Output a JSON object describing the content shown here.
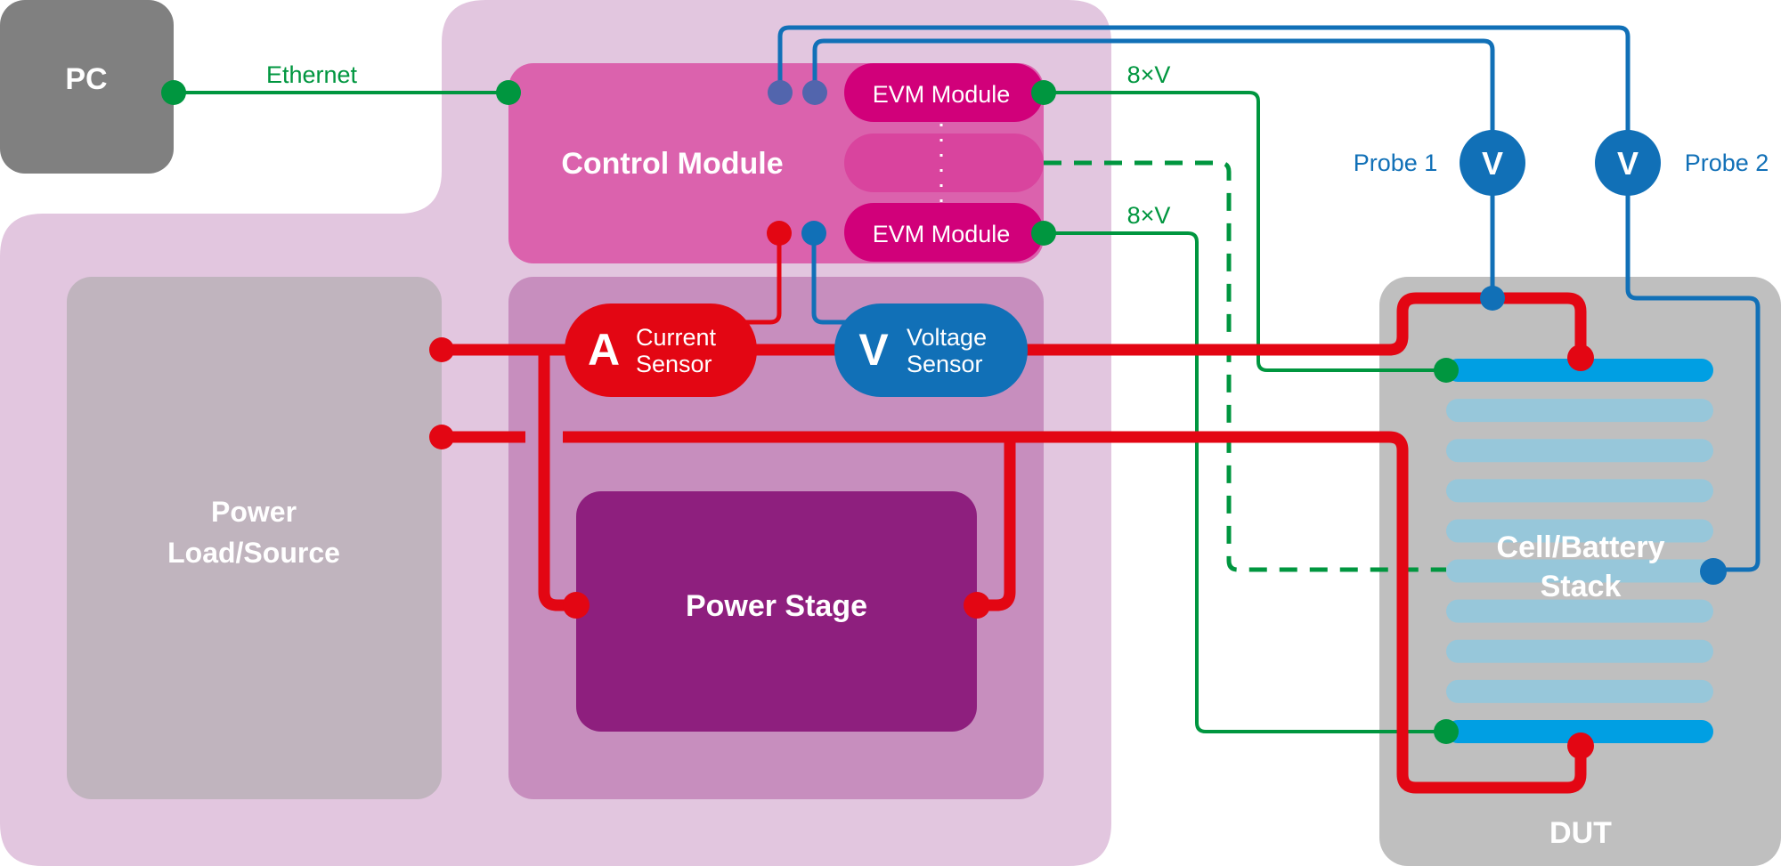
{
  "colors": {
    "pc_box": "#808080",
    "tester_bg": "#e2c6df",
    "control_module": "#db62ad",
    "evm_module": "#d1007a",
    "evm_placeholder": "#d9449e",
    "sensor_area": "#c78ebe",
    "power_stage": "#8e1f7e",
    "power_load": "#c0b4be",
    "dut_bg": "#bfbfbf",
    "power_line": "#e30613",
    "comm_line": "#00963f",
    "probe_line": "#1170b7",
    "probe_line_top": "#5265ad",
    "cell_end": "#009fe3",
    "cell_mid": "#97c7da"
  },
  "pc": {
    "label": "PC"
  },
  "ethernet": {
    "label": "Ethernet"
  },
  "control_module": {
    "label": "Control Module"
  },
  "evm_modules": [
    {
      "label": "EVM Module",
      "channels_label": "8×V"
    },
    {
      "label": "EVM Module",
      "channels_label": "8×V"
    }
  ],
  "current_sensor": {
    "symbol": "A",
    "line1": "Current",
    "line2": "Sensor"
  },
  "voltage_sensor": {
    "symbol": "V",
    "line1": "Voltage",
    "line2": "Sensor"
  },
  "power_stage": {
    "label": "Power Stage"
  },
  "power_load": {
    "line1": "Power",
    "line2": "Load/Source"
  },
  "probes": [
    {
      "symbol": "V",
      "label": "Probe 1"
    },
    {
      "symbol": "V",
      "label": "Probe 2"
    }
  ],
  "battery": {
    "line1": "Cell/Battery",
    "line2": "Stack",
    "cell_count": 10
  },
  "dut": {
    "label": "DUT"
  }
}
